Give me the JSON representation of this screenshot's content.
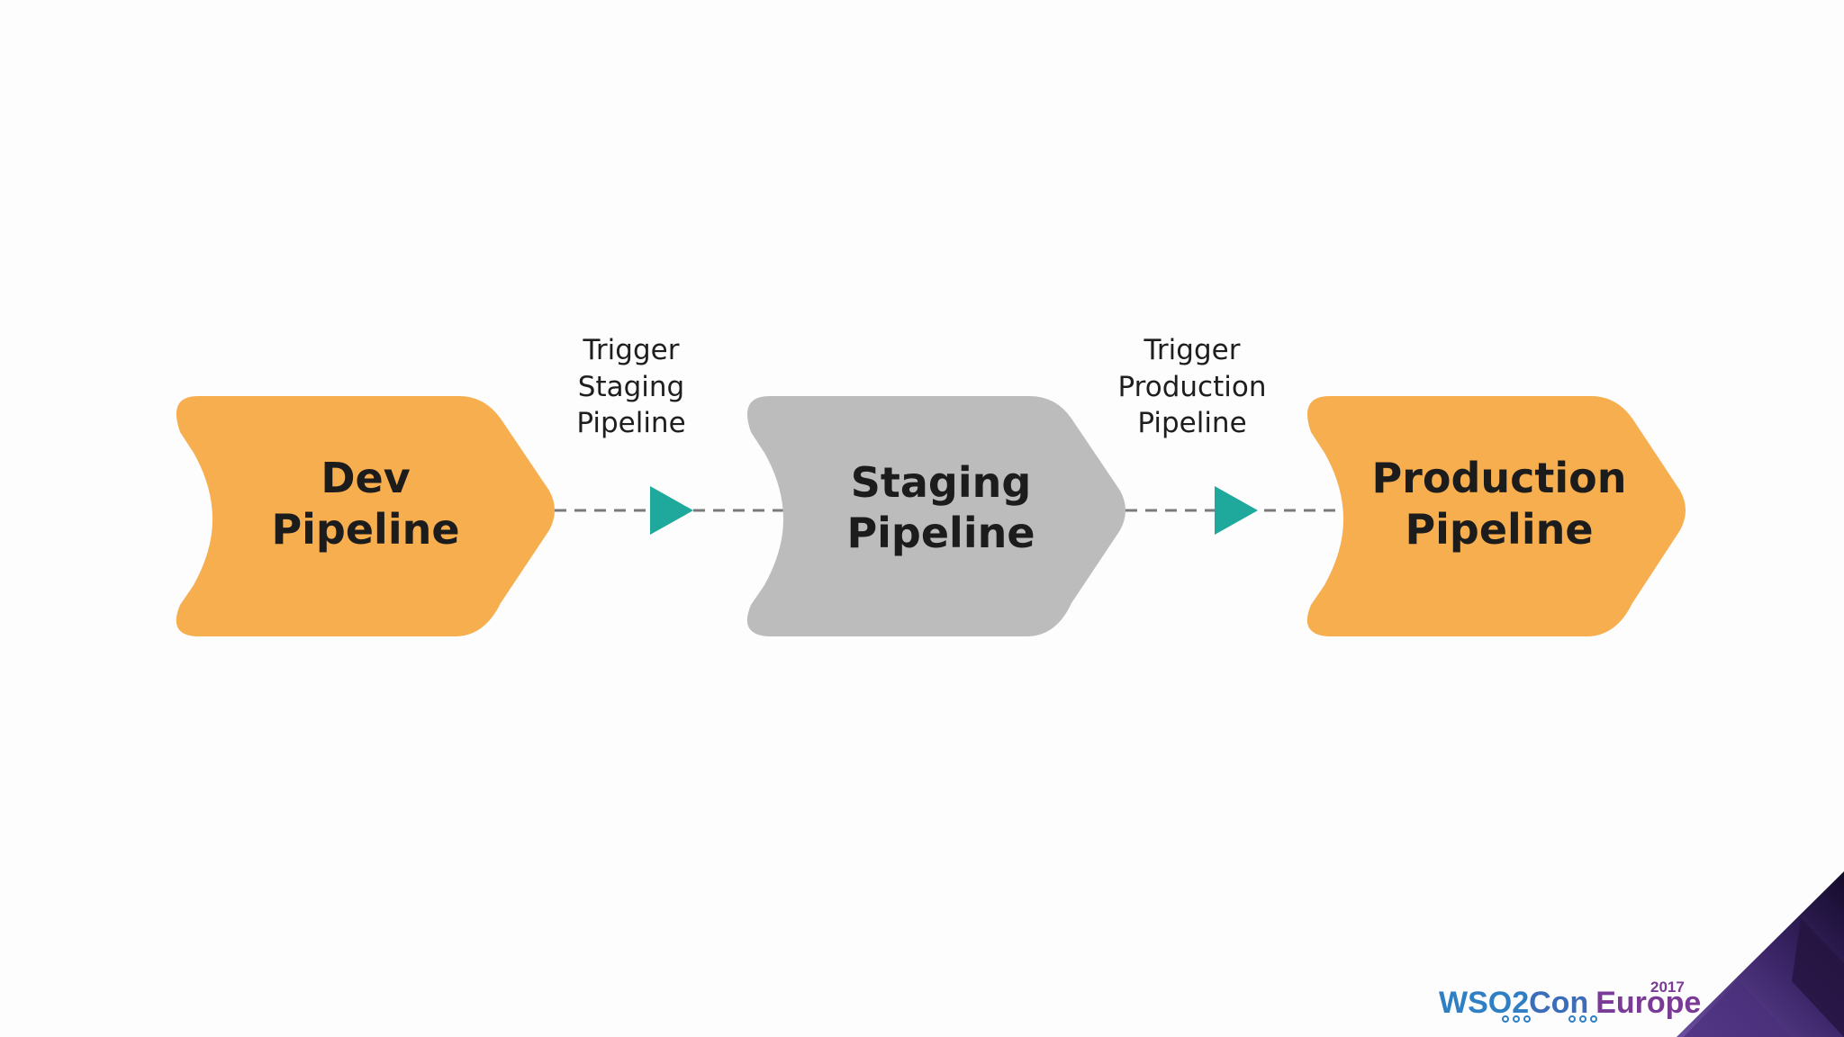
{
  "colors": {
    "background": "#fdfdfd",
    "dev_stage": "#f7ae4e",
    "staging_stage": "#bcbcbd",
    "production_stage": "#f7ae4e",
    "arrow": "#1fa99c",
    "connector": "#7a7a7a",
    "logo_blue": "#2f7fc4",
    "logo_purple": "#7a3b96"
  },
  "stages": [
    {
      "line1": "Dev",
      "line2": "Pipeline"
    },
    {
      "line1": "Staging",
      "line2": "Pipeline"
    },
    {
      "line1": "Production",
      "line2": "Pipeline"
    }
  ],
  "triggers": [
    {
      "line1": "Trigger",
      "line2": "Staging",
      "line3": "Pipeline"
    },
    {
      "line1": "Trigger",
      "line2": "Production",
      "line3": "Pipeline"
    }
  ],
  "logo": {
    "part1": "WSO2",
    "part2": "Con",
    "part3": "Europe",
    "year": "2017"
  }
}
